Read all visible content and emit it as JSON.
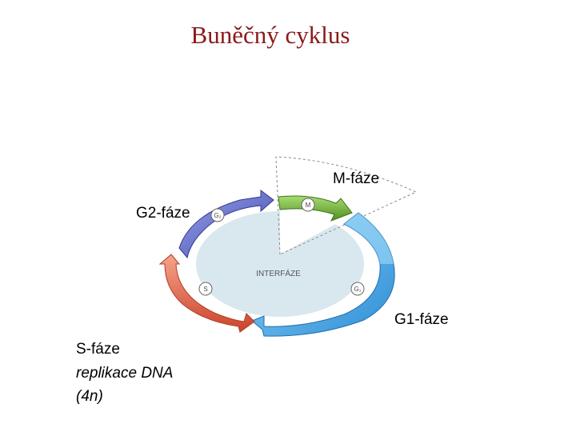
{
  "title": "Buněčný cyklus",
  "labels": {
    "m_phase": "M-fáze",
    "g2_phase": "G2-fáze",
    "g1_phase": "G1-fáze",
    "s_phase": "S-fáze",
    "s_note_1": "replikace DNA",
    "s_note_2": "(4n)"
  },
  "diagram": {
    "center_label": "INTERFÁZE",
    "badges": {
      "m": "M",
      "g2": "G₂",
      "s": "S",
      "g1": "G₁"
    }
  },
  "colors": {
    "title": "#8b1a1a",
    "m_segment": "#6aaa2e",
    "g2_segment": "#5563c8",
    "s_segment": "#e8735a",
    "g1_segment": "#4aa6e6",
    "interphase_fill": "#d9e8ef"
  }
}
